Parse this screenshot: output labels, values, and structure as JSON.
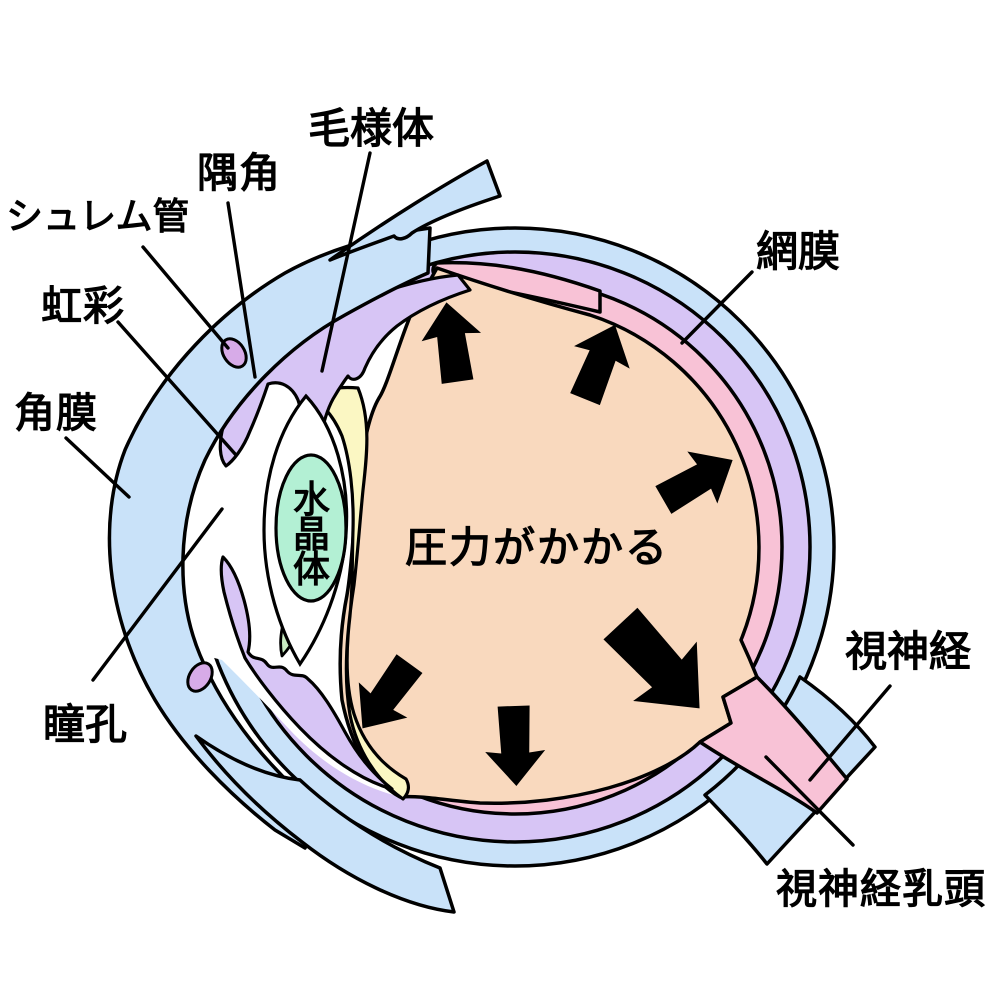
{
  "diagram": {
    "subject": "eye-cross-section-pressure",
    "center_text": "圧力がかかる",
    "labels": {
      "ciliary_body": "毛様体",
      "angle": "隅角",
      "schlemm_canal": "シュレム管",
      "iris": "虹彩",
      "cornea": "角膜",
      "pupil": "瞳孔",
      "retina": "網膜",
      "optic_nerve": "視神経",
      "optic_disc": "視神経乳頭",
      "lens": "水晶体",
      "lens_chars": [
        "水",
        "晶",
        "体"
      ]
    },
    "arrows": {
      "meaning": "内側から外側へ圧力がかかる方向を示す矢印",
      "count": 6,
      "directions": [
        "up-left",
        "up-right",
        "right-up",
        "down-right-large",
        "down",
        "down-left"
      ]
    },
    "colors": {
      "sclera_blue": "#c9e2f9",
      "choroid_purple": "#d7c5f5",
      "retina_pink": "#f8c2d6",
      "vitreous_peach": "#f9d9be",
      "membrane_yellow": "#fbf7c3",
      "zonule_green": "#c9ecc2",
      "lens_mint": "#b3f0d4",
      "schlemm_purple": "#d7abe8",
      "outline_black": "#000000",
      "arrow_black": "#000000",
      "background_white": "#ffffff"
    }
  }
}
